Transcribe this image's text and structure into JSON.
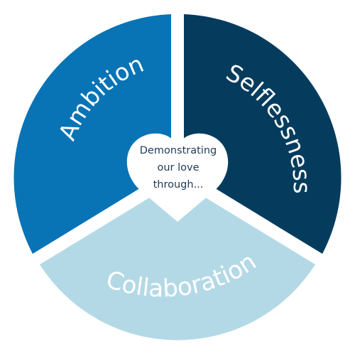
{
  "diagram": {
    "segments": [
      {
        "id": "ambition",
        "label": "Ambition",
        "color": "#0873b5"
      },
      {
        "id": "selflessness",
        "label": "Selflessness",
        "color": "#053c5e"
      },
      {
        "id": "collaboration",
        "label": "Collaboration",
        "color": "#b4d9e6"
      }
    ],
    "center": {
      "line1": "Demonstrating",
      "line2": "our love",
      "line3": "through..."
    }
  }
}
